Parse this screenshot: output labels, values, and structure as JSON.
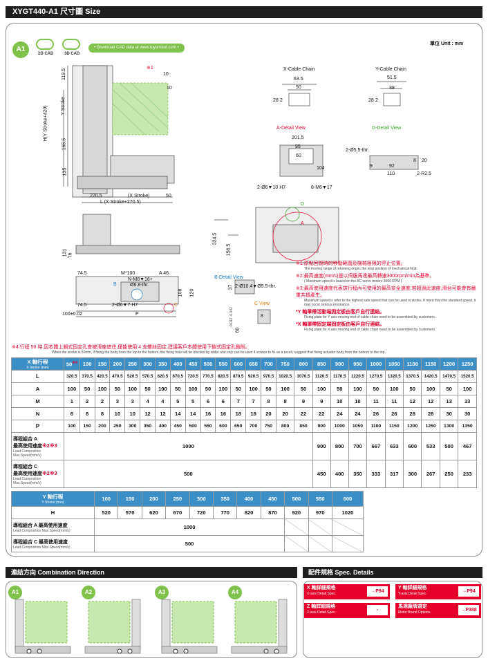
{
  "header": {
    "title": "XYGT440-A1 尺寸圖 Size"
  },
  "badges": {
    "main": "A1",
    "cad2d": "2D CAD",
    "cad3d": "3D CAD",
    "download": "• Download CAD data at www.toyorobot.com •"
  },
  "unit": "單位 Unit : mm",
  "drawing_labels": {
    "x_cable": "X-Cable Chain",
    "y_cable": "Y-Cable Chain",
    "x_cable_63": "63.5",
    "x_cable_50": "50",
    "x_cable_28": "28",
    "x_cable_2": "2",
    "y_cable_515": "51.5",
    "y_cable_38": "38",
    "y_cable_28": "28",
    "y_cable_2": "2",
    "a_detail": "A-Detail View",
    "d_detail": "D-Detail View",
    "b_detail": "B-Detail View",
    "c_view": "C View",
    "d_2015": "201.5",
    "d_95": "95",
    "d_60": "60",
    "d_104": "104",
    "d_holes1": "2-Ø6▼10 H7",
    "d_holes2": "8-M6▼17",
    "dd_thr": "2-Ø5.5-thr.",
    "dd_9": "9",
    "dd_92": "92",
    "dd_8": "8",
    "dd_20": "20",
    "dd_110": "110",
    "dd_r": "2-R2.5",
    "m_1195": "119.5",
    "m_ystroke": "Y Stroke",
    "m_hy": "H(Y Stroke+420)",
    "m_1655": "165.5",
    "m_135": "135",
    "m_2205": "220.5",
    "m_xstroke": "(X Stroke)",
    "m_50": "50",
    "m_l": "L (X Stroke+270.5)",
    "m_10a": "10",
    "m_10b": "10",
    "m_mark1": "※1",
    "m_3245": "324.5",
    "m_1565": "156.5",
    "m_131": "131",
    "m_76": "76",
    "m_745": "74.5",
    "m_m100": "M*100",
    "m_a46": "A 46",
    "m_nm8": "N-M8▼16+",
    "m_nm8b": "Ø6.8-thr.",
    "m_108": "108",
    "m_120": "120",
    "m_745b": "74.5",
    "m_2o6": "2-Ø6▼7 H7",
    "m_100": "100±0.02",
    "m_p": "P",
    "b_thr": "2-Ø10.4▼Ø5.5-thr.",
    "b_37": "37",
    "c_8": "8",
    "c_60": "60",
    "c_tol": "-0.012 -0.042",
    "lbl_a": "A",
    "lbl_b": "B",
    "lbl_c": "C",
    "lbl_d": "D"
  },
  "notes": [
    {
      "mark": "※1",
      "zh": ":原點回復時的移動範圍及機械極限的停止位置。",
      "en": "The moving range of returning origin, the stop position of mechanical limit."
    },
    {
      "mark": "※2",
      "zh": ":最高速度(mm/s)是以伺服馬達最高轉速3000rpm/min為基準。",
      "en": "( Maximum speed is based on the AC servo motors 3000 RPM )"
    },
    {
      "mark": "※3",
      "zh": ":最高使用速度代表該行程內可使用的最高安全速度,若超過此速度,滑台可能會有嚴重共振產生。",
      "en": "Maximum speed is refer to the highest safe speed that can be used in stroke, If more than the standard speed, it may occur serious resonance."
    },
    {
      "mark": "*",
      "zh": "Y 軸單帶活動端固定板由客戶自行連結。",
      "en": "Fixing plate for Y axis moving end of cable chain need to be assembled by customers."
    },
    {
      "mark": "*",
      "zh": "X 軸單帶固定端固定板由客戶自行連結。",
      "en": "Fixing plate for X axis moving end of cable chain need to be assembled by customers."
    }
  ],
  "note4": {
    "zh": "※4:行程 50 時,因本體上鎖式固定孔會被滑座遮住,僅能使用 4 支螺絲固定,建議客戶本體使用下鎖式固定孔鎖附。",
    "en": "When the stroke is 50mm, if fixing the body from the top to the bottom, the fixing hole will be blocked by slider and only can be uses 4 screws to fix as a result, suggest that fixing actuator body from the bottom to the top."
  },
  "x_table": {
    "head_zh": "X 軸行程",
    "head_en": "X Stroke (mm)",
    "mark4": "※4",
    "strokes": [
      "50",
      "100",
      "150",
      "200",
      "250",
      "300",
      "350",
      "400",
      "450",
      "500",
      "550",
      "600",
      "650",
      "700",
      "750",
      "800",
      "850",
      "900",
      "950",
      "1000",
      "1050",
      "1100",
      "1150",
      "1200",
      "1250"
    ],
    "rows": [
      {
        "label": "L",
        "values": [
          "320.5",
          "370.5",
          "420.5",
          "470.5",
          "520.5",
          "570.5",
          "620.5",
          "670.5",
          "720.5",
          "770.5",
          "820.5",
          "870.5",
          "920.5",
          "970.5",
          "1020.5",
          "1070.5",
          "1120.5",
          "1170.5",
          "1220.5",
          "1270.5",
          "1320.5",
          "1370.5",
          "1420.5",
          "1470.5",
          "1520.5"
        ]
      },
      {
        "label": "A",
        "values": [
          "100",
          "50",
          "100",
          "50",
          "100",
          "50",
          "100",
          "50",
          "100",
          "50",
          "100",
          "50",
          "100",
          "50",
          "100",
          "50",
          "100",
          "50",
          "100",
          "50",
          "100",
          "50",
          "100",
          "50",
          "100"
        ]
      },
      {
        "label": "M",
        "values": [
          "1",
          "2",
          "2",
          "3",
          "3",
          "4",
          "4",
          "5",
          "5",
          "6",
          "6",
          "7",
          "7",
          "8",
          "8",
          "9",
          "9",
          "10",
          "10",
          "11",
          "11",
          "12",
          "12",
          "13",
          "13"
        ]
      },
      {
        "label": "N",
        "values": [
          "6",
          "8",
          "8",
          "10",
          "10",
          "12",
          "12",
          "14",
          "14",
          "16",
          "16",
          "18",
          "18",
          "20",
          "20",
          "22",
          "22",
          "24",
          "24",
          "26",
          "26",
          "28",
          "28",
          "30",
          "30"
        ]
      },
      {
        "label": "P",
        "values": [
          "100",
          "150",
          "200",
          "250",
          "300",
          "350",
          "400",
          "450",
          "500",
          "550",
          "600",
          "650",
          "700",
          "750",
          "800",
          "850",
          "900",
          "1000",
          "1050",
          "1100",
          "1150",
          "1200",
          "1250",
          "1300",
          "1350"
        ]
      }
    ],
    "speed_a": {
      "zh1": "導程組合 A",
      "zh2": "最高使用速度",
      "mark": "※2※3",
      "en1": "Lead Composition",
      "en2": "Max.Speed(mm/s)",
      "merged": "1000",
      "values": [
        "900",
        "800",
        "700",
        "667",
        "633",
        "600",
        "533",
        "500",
        "467"
      ]
    },
    "speed_c": {
      "zh1": "導程組合 C",
      "zh2": "最高使用速度",
      "mark": "※2※3",
      "en1": "Lead Composition",
      "en2": "Max.Speed(mm/s)",
      "merged": "500",
      "values": [
        "450",
        "400",
        "350",
        "333",
        "317",
        "300",
        "267",
        "250",
        "233"
      ]
    }
  },
  "y_table": {
    "head_zh": "Y 軸行程",
    "head_en": "Y Stroke (mm)",
    "strokes": [
      "100",
      "150",
      "200",
      "250",
      "300",
      "350",
      "400",
      "450",
      "500",
      "550",
      "600"
    ],
    "h_label": "H",
    "h_values": [
      "520",
      "570",
      "620",
      "670",
      "720",
      "770",
      "820",
      "870",
      "920",
      "970",
      "1020"
    ],
    "speed_a": {
      "zh": "導程組合 A 最高使用速度",
      "en": "Lead Composition Max.Speed(mm/s)",
      "merged": "1000"
    },
    "speed_c": {
      "zh": "導程組合 C 最高使用速度",
      "en": "Lead Composition Max.Speed(mm/s)",
      "merged": "500"
    }
  },
  "combination": {
    "title": "連結方向 Combination Direction",
    "items": [
      "A1",
      "A2",
      "A3",
      "A4"
    ]
  },
  "specs": {
    "title": "配件規格 Spec. Details",
    "items": [
      {
        "zh": "X 軸詳細規格",
        "en": "X-axis Detail Spec.",
        "link": "→P94"
      },
      {
        "zh": "Y 軸詳細規格",
        "en": "Y-axis Detail Spec.",
        "link": "→P94"
      },
      {
        "zh": "Z 軸詳細規格",
        "en": "Z-axis Detail Spec.",
        "link": "-"
      },
      {
        "zh": "馬達廠牌選定",
        "en": "Motor Brand Options.",
        "link": "→P388"
      }
    ]
  },
  "colors": {
    "accent": "#7fc24c",
    "table_head": "#3c8fc6",
    "note_red": "#e4002b",
    "header_bg": "#1f1f1f"
  }
}
